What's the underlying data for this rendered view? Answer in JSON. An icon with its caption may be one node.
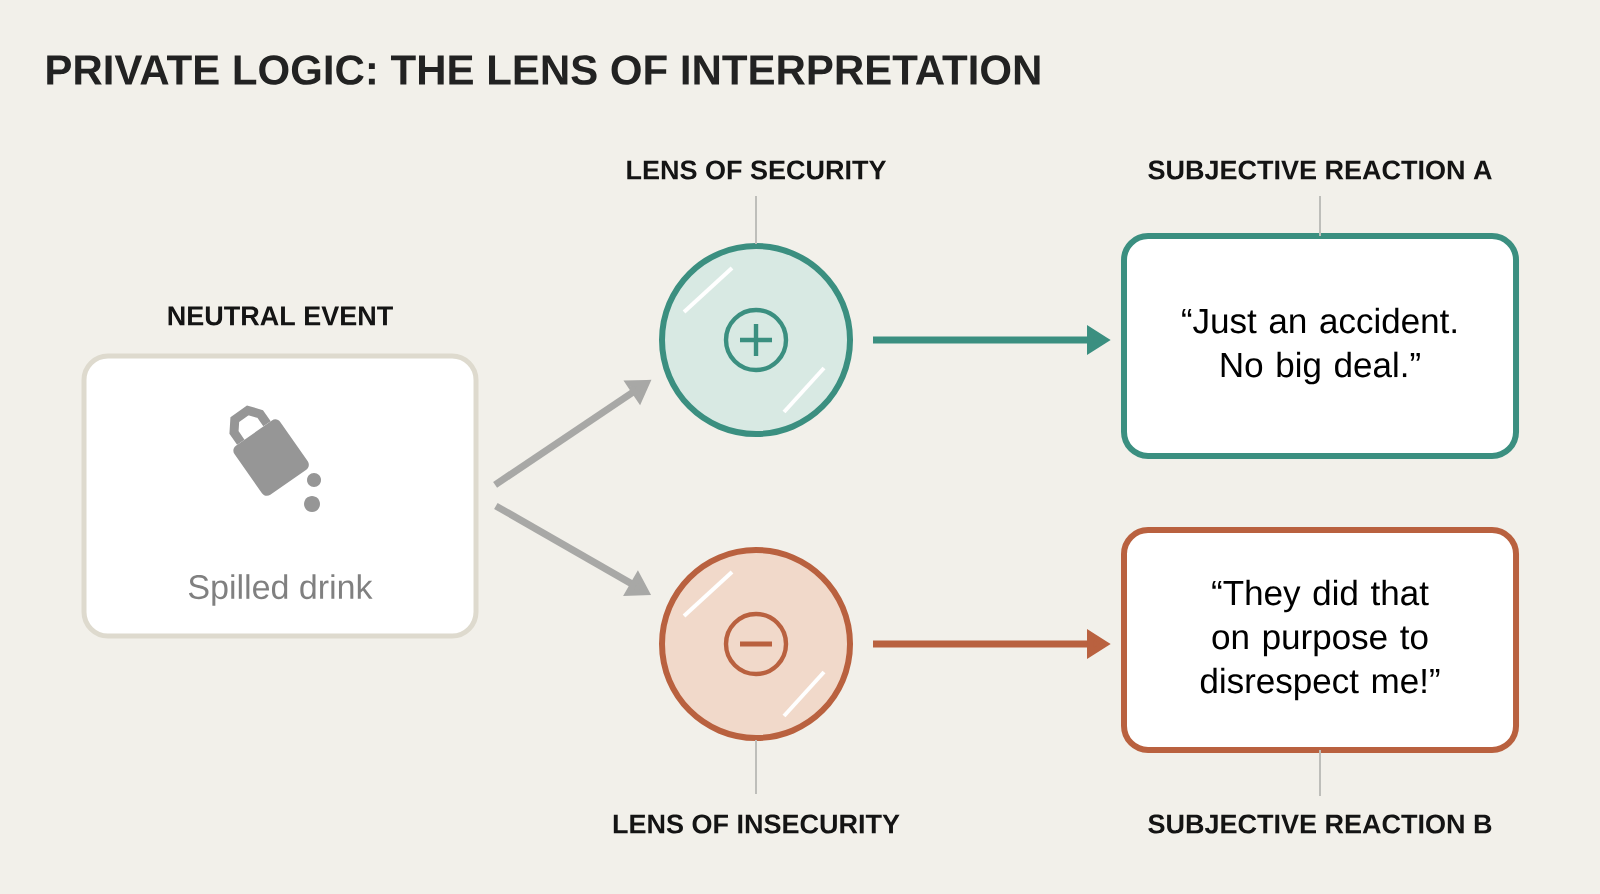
{
  "diagram": {
    "title": "PRIVATE LOGIC: THE LENS OF INTERPRETATION",
    "nodes": [
      {
        "text": [
          "NEUTRAL EVENT",
          "Spilled drink"
        ]
      },
      {
        "text": [
          "LENS OF SECURITY"
        ]
      },
      {
        "text": [
          "SUBJECTIVE REACTION A",
          "“Just an accident. No big deal.”"
        ]
      },
      {
        "text": [
          "LENS OF INSECURITY"
        ]
      },
      {
        "text": [
          "“They did that on purpose to disrespect me!”",
          "SUBJECTIVE REACTION B"
        ]
      }
    ],
    "edges": [
      {
        "from": 0,
        "to": 1,
        "arrow": "to",
        "color": "#a8a8a6"
      },
      {
        "from": 0,
        "to": 3,
        "arrow": "to",
        "color": "#a8a8a6"
      },
      {
        "from": 1,
        "to": 2,
        "arrow": "to",
        "color": "#3b8f80"
      },
      {
        "from": 3,
        "to": 4,
        "arrow": "to",
        "color": "#b9613f"
      }
    ]
  }
}
